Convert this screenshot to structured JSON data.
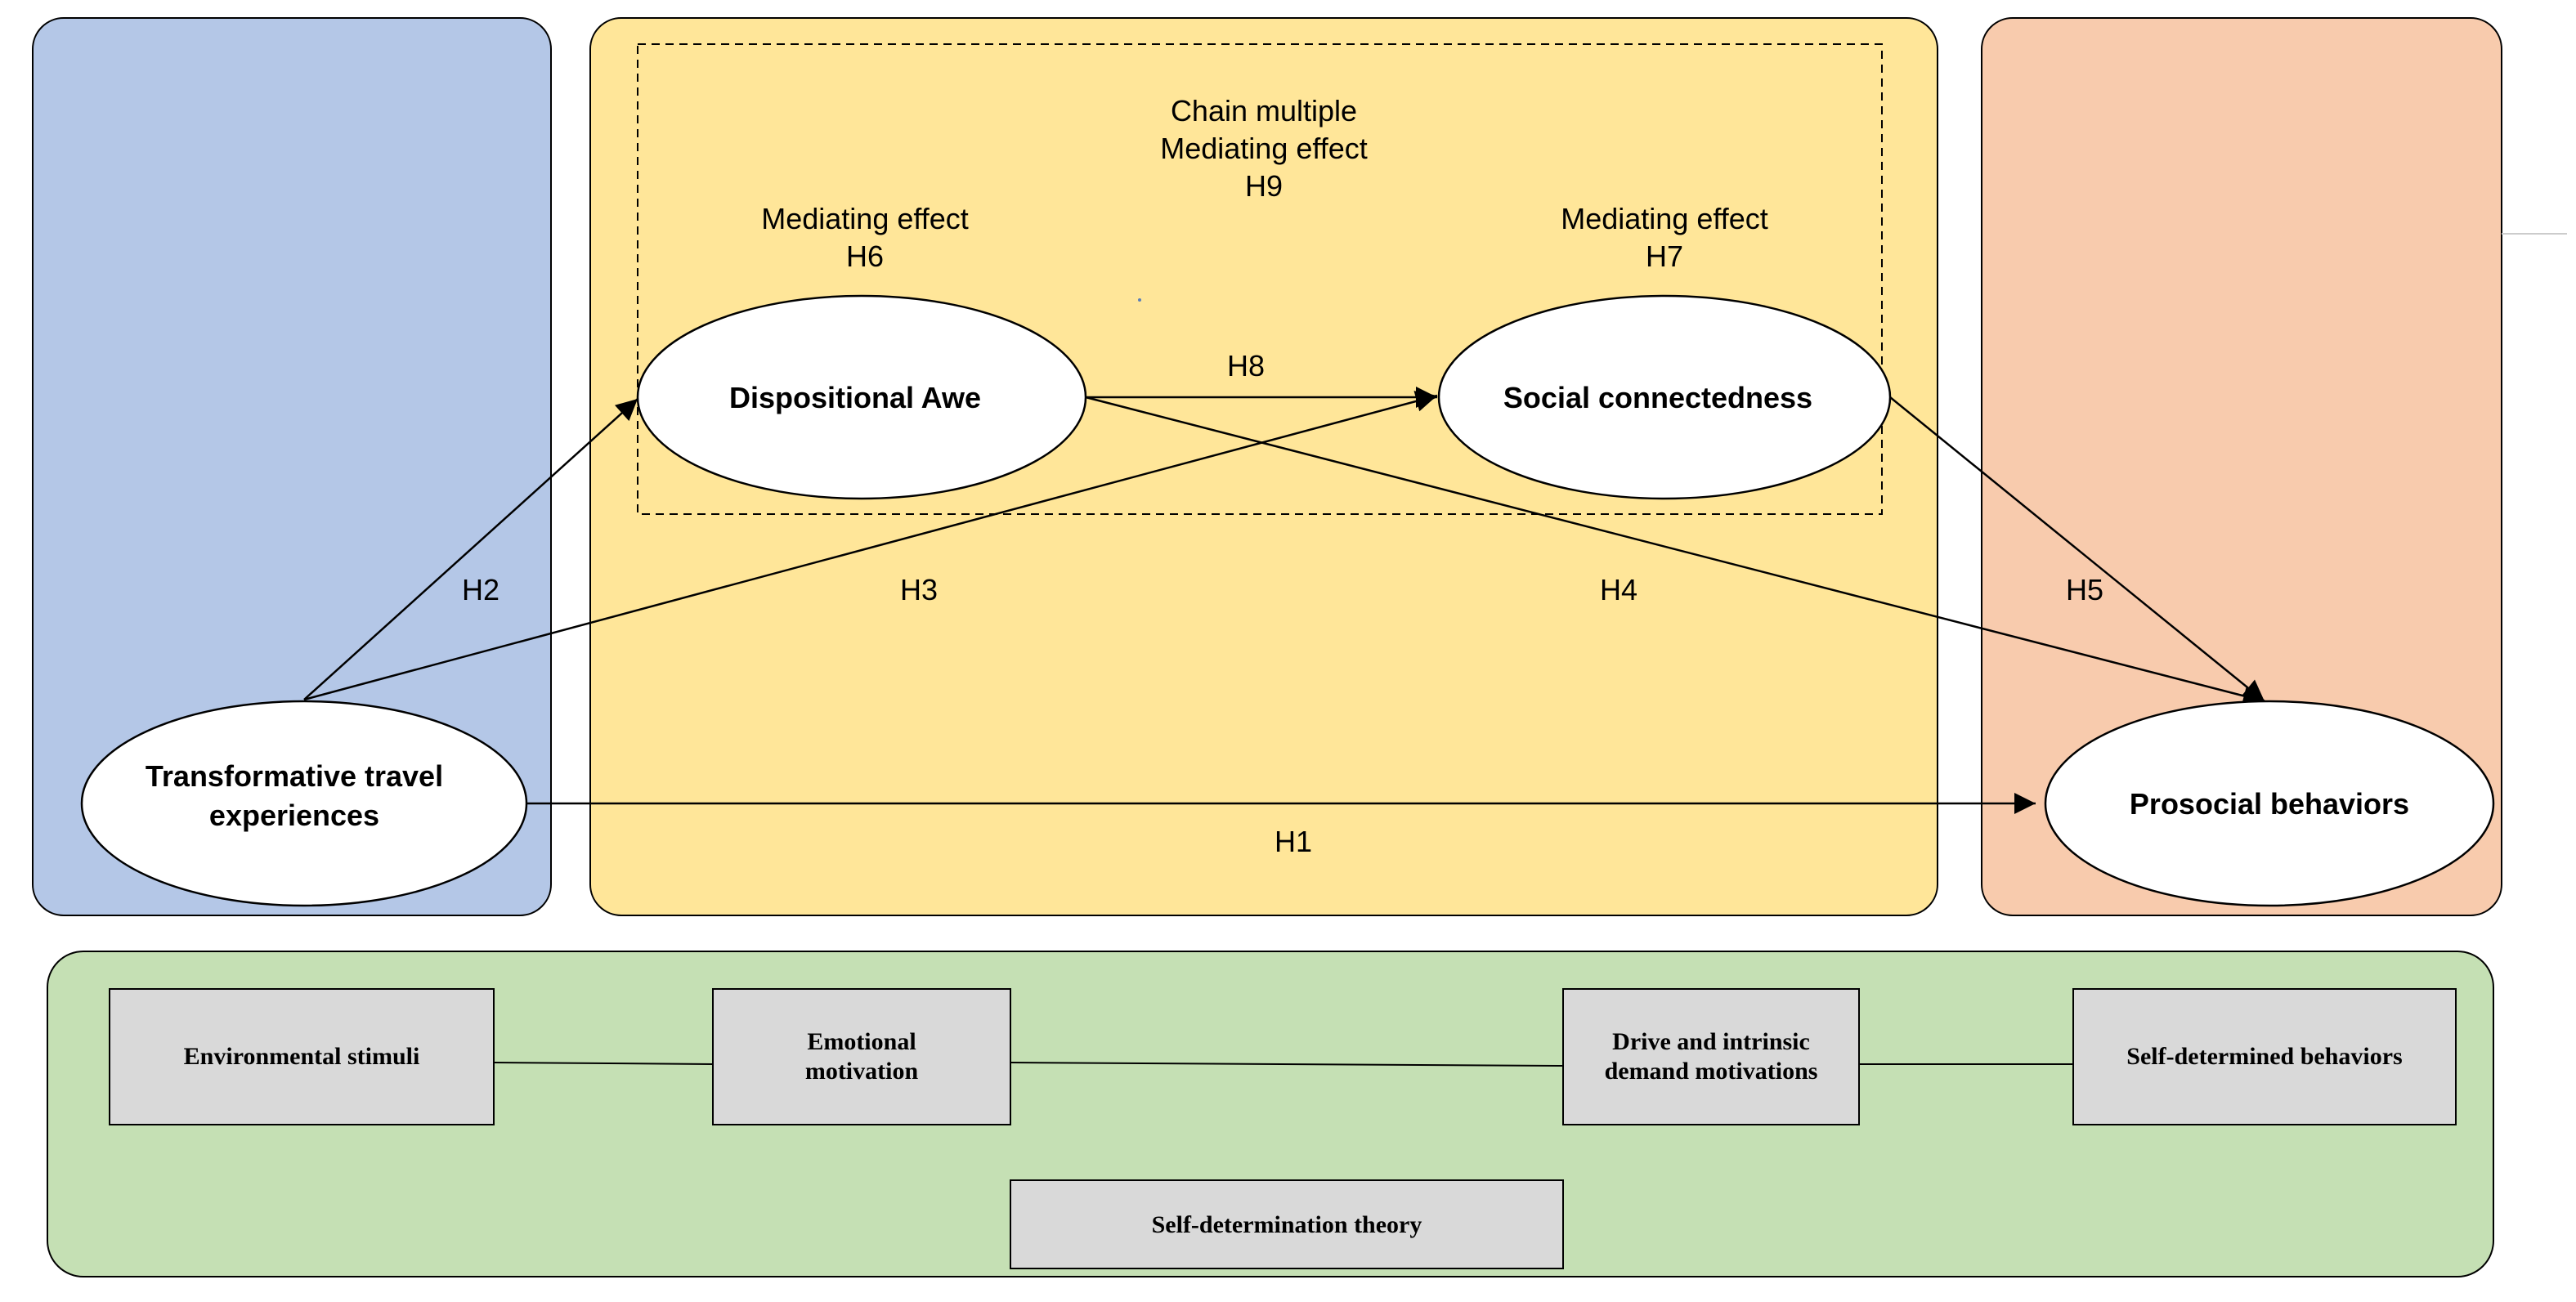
{
  "colors": {
    "left_panel": "#B4C7E7",
    "middle_panel": "#FFE699",
    "right_panel": "#F8CBAD",
    "bottom_panel": "#C5E0B4",
    "process_box": "#D9D9D9",
    "ellipse_fill": "#FFFFFF",
    "stroke": "#000000"
  },
  "nodes": {
    "transformative": {
      "line1": "Transformative travel",
      "line2": "experiences"
    },
    "awe": {
      "label": "Dispositional Awe"
    },
    "social": {
      "label": "Social connectedness"
    },
    "prosocial": {
      "label": "Prosocial behaviors"
    }
  },
  "annotations": {
    "h9": {
      "line1": "Chain multiple",
      "line2": "Mediating effect",
      "line3": "H9"
    },
    "h6": {
      "line1": "Mediating effect",
      "line2": "H6"
    },
    "h7": {
      "line1": "Mediating effect",
      "line2": "H7"
    }
  },
  "hypotheses": {
    "h1": "H1",
    "h2": "H2",
    "h3": "H3",
    "h4": "H4",
    "h5": "H5",
    "h8": "H8"
  },
  "theory": {
    "steps": [
      {
        "line1": "Environmental stimuli",
        "line2": ""
      },
      {
        "line1": "Emotional",
        "line2": "motivation"
      },
      {
        "line1": "Drive and intrinsic",
        "line2": "demand motivations"
      },
      {
        "line1": "Self-determined behaviors",
        "line2": ""
      }
    ],
    "title": "Self-determination theory"
  }
}
